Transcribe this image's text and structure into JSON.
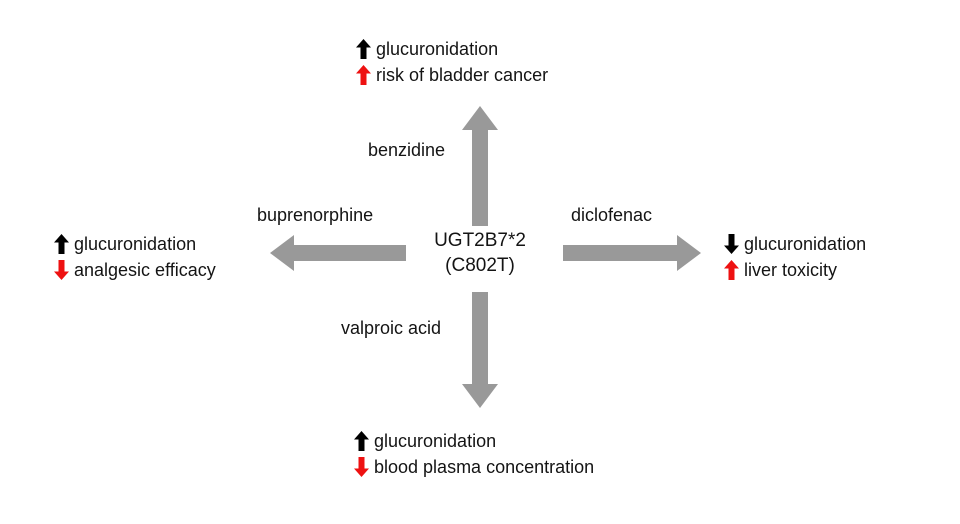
{
  "diagram": {
    "title": "UGT2B7*2 (C802T) drug interaction diagram",
    "colors": {
      "arrow_gray": "#999999",
      "increase_red": "#ee1111",
      "text_black": "#141414"
    },
    "center": {
      "gene": "UGT2B7*2",
      "variant": "(C802T)"
    },
    "branches": [
      {
        "direction": "up",
        "drug": "benzidine",
        "outcomes": [
          {
            "arrow": "up-arrow-black",
            "color": "#000000",
            "text": "glucuronidation"
          },
          {
            "arrow": "up-arrow-red",
            "color": "#ee1111",
            "text": "risk of bladder cancer"
          }
        ]
      },
      {
        "direction": "left",
        "drug": "buprenorphine",
        "outcomes": [
          {
            "arrow": "up-arrow-black",
            "color": "#000000",
            "text": "glucuronidation"
          },
          {
            "arrow": "down-arrow-red",
            "color": "#ee1111",
            "text": "analgesic efficacy"
          }
        ]
      },
      {
        "direction": "right",
        "drug": "diclofenac",
        "outcomes": [
          {
            "arrow": "down-arrow-black",
            "color": "#000000",
            "text": "glucuronidation"
          },
          {
            "arrow": "up-arrow-red",
            "color": "#ee1111",
            "text": "liver toxicity"
          }
        ]
      },
      {
        "direction": "down",
        "drug": "valproic acid",
        "outcomes": [
          {
            "arrow": "up-arrow-black",
            "color": "#000000",
            "text": "glucuronidation"
          },
          {
            "arrow": "down-arrow-red",
            "color": "#ee1111",
            "text": "blood plasma concentration"
          }
        ]
      }
    ]
  }
}
